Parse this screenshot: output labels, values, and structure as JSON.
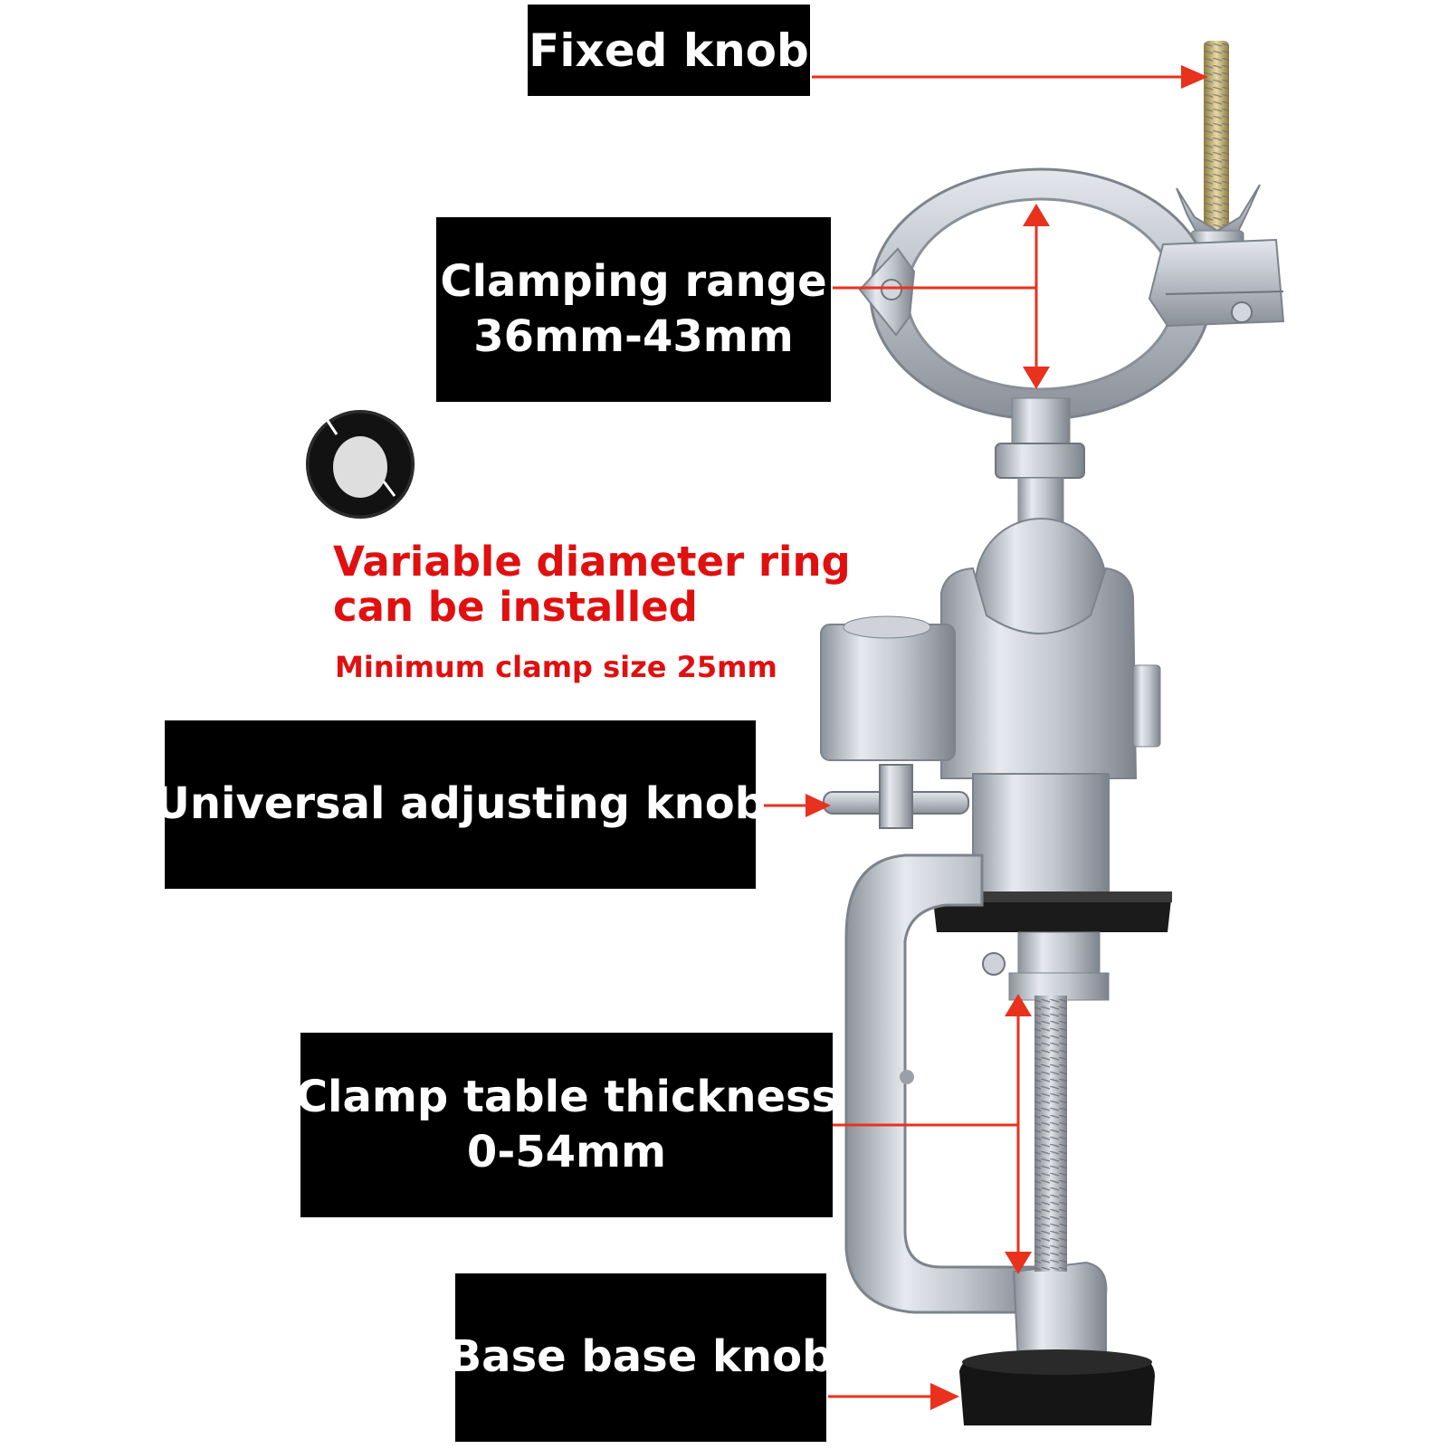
{
  "labels": {
    "fixed_knob": "Fixed knob",
    "clamping_range_line1": "Clamping range",
    "clamping_range_line2": "36mm-43mm",
    "universal_adjusting_knob": "Universal adjusting knob",
    "clamp_table_thickness_line1": "Clamp table thickness",
    "clamp_table_thickness_line2": "0-54mm",
    "base_knob": "Base base knob"
  },
  "note": {
    "line1": "Variable diameter ring",
    "line2": "can be installed",
    "line3": "Minimum clamp size 25mm"
  },
  "colors": {
    "label_bg": "#000000",
    "label_text": "#ffffff",
    "note_text": "#e01010",
    "arrow": "#e8321e",
    "metal": "#b9bec6",
    "rubber": "#141414"
  },
  "icons": {
    "product": "bench-vise-clamp-illustration",
    "ring": "variable-diameter-ring-illustration"
  }
}
